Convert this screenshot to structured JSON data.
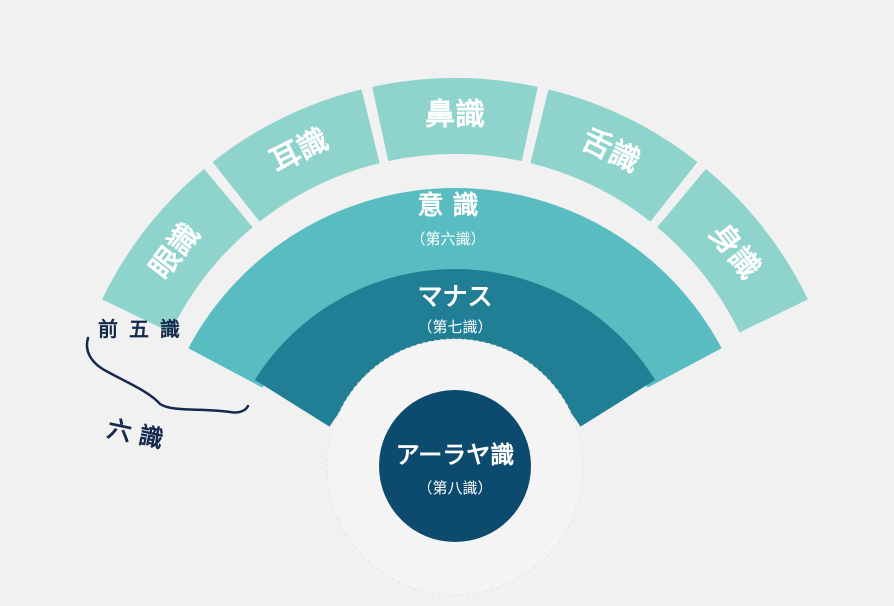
{
  "colors": {
    "background": "#f1f1f1",
    "five_senses": "#8fd4cc",
    "ishiki": "#59bcc1",
    "manas": "#217f95",
    "alaya": "#0c4a6e",
    "text_light": "#ffffff",
    "text_dark": "#15294d"
  },
  "five_senses": [
    {
      "label": "眼識"
    },
    {
      "label": "耳識"
    },
    {
      "label": "鼻識"
    },
    {
      "label": "舌識"
    },
    {
      "label": "身識"
    }
  ],
  "ishiki": {
    "label": "意 識",
    "sub": "（第六識）"
  },
  "manas": {
    "label": "マナス",
    "sub": "（第七識）"
  },
  "alaya": {
    "label": "アーラヤ識",
    "sub": "（第八識）"
  },
  "annotations": {
    "five": "前 五 識",
    "six": "六 識"
  }
}
